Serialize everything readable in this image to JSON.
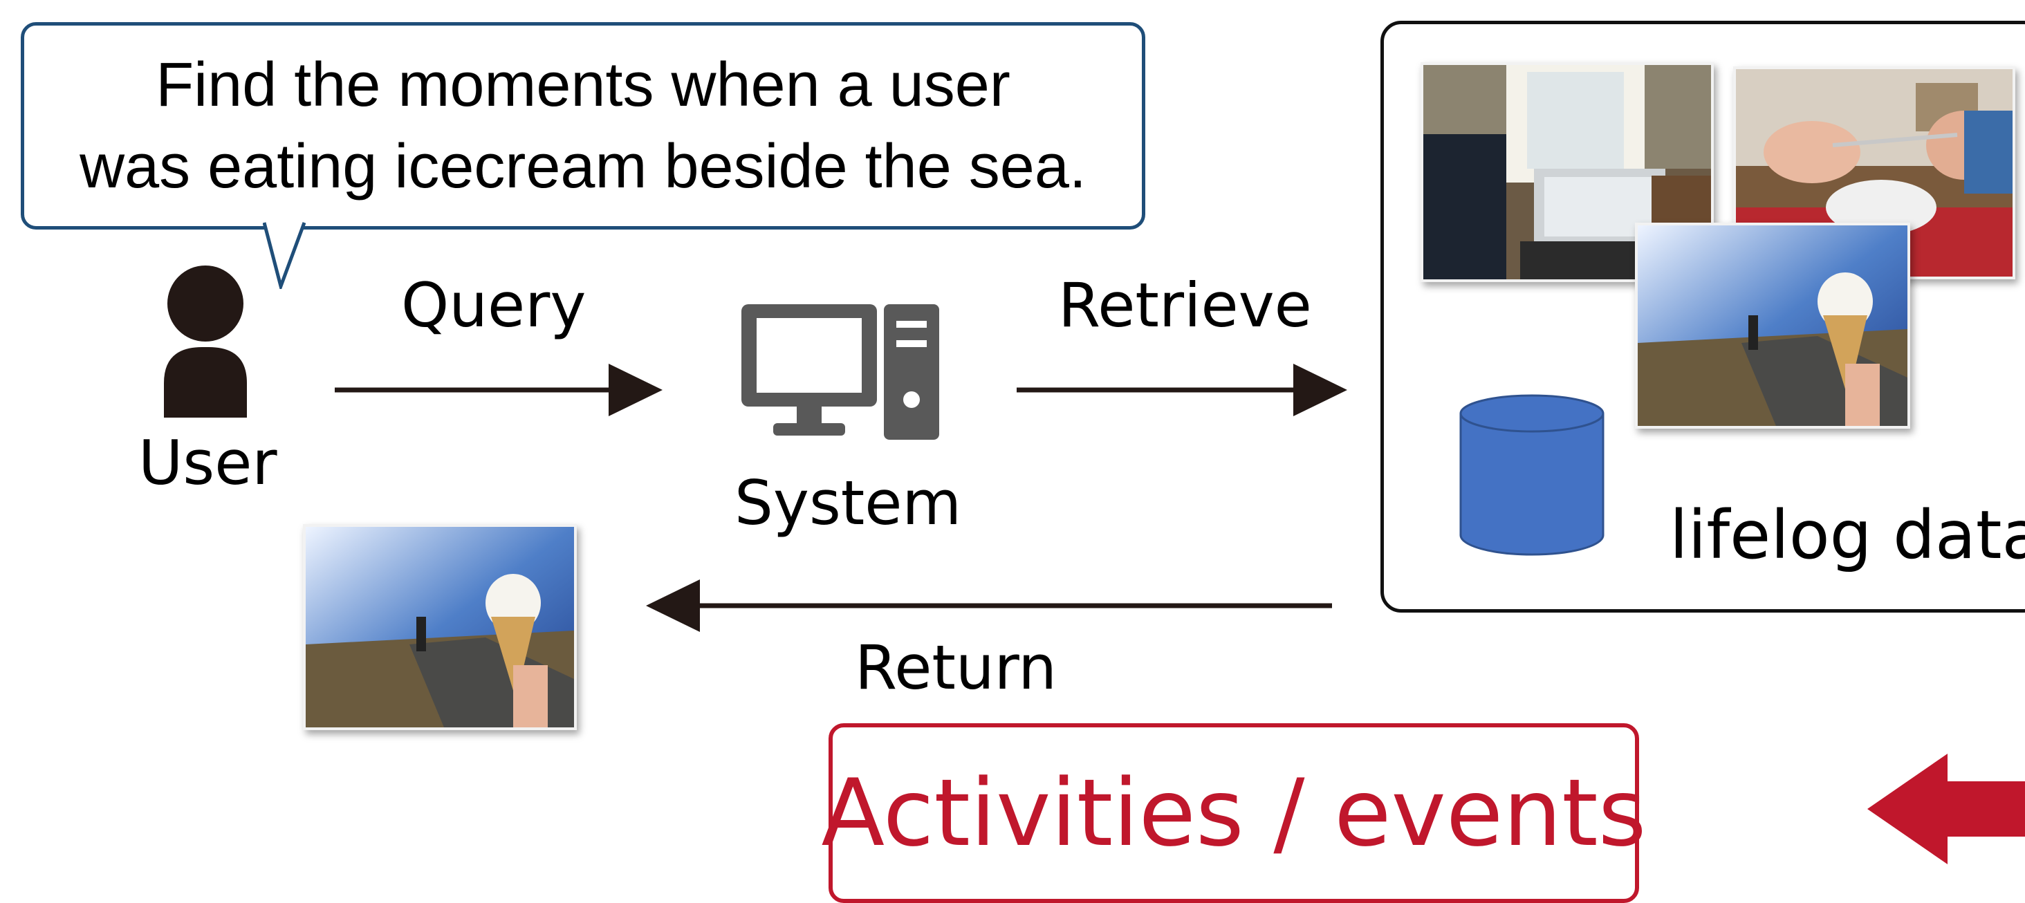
{
  "query_bubble": {
    "line1": "Find the moments when a  user",
    "line2": "was eating icecream beside the sea."
  },
  "labels": {
    "user": "User",
    "query": "Query",
    "system": "System",
    "retrieve": "Retrieve",
    "lifelog": "lifelog data",
    "return": "Return",
    "activities": "Activities / events"
  },
  "colors": {
    "accent_red": "#c0172c",
    "bubble_border": "#1f4e79",
    "database_blue": "#4472c4",
    "icon_dark": "#231815",
    "computer_gray": "#595959"
  },
  "icons": {
    "user": "person-icon",
    "system": "desktop-computer-icon",
    "database": "database-cylinder-icon"
  }
}
